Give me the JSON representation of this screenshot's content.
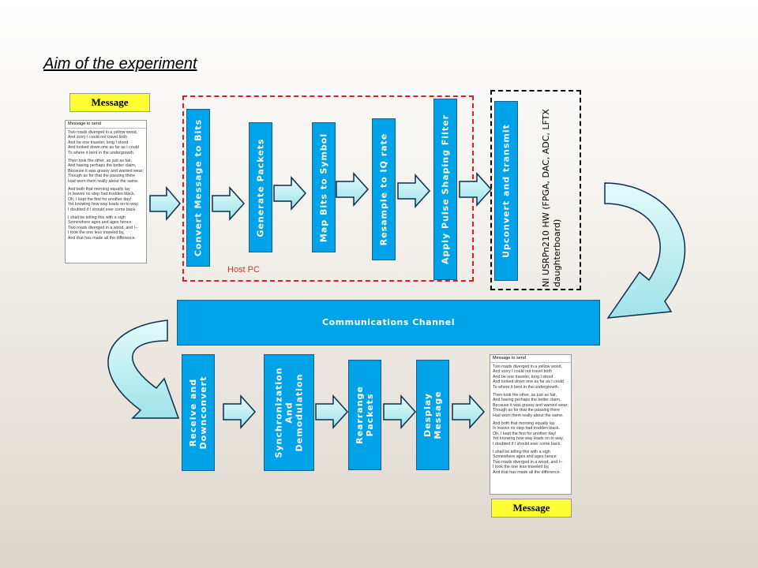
{
  "title": "Aim of the experiment",
  "message_label": "Message",
  "host_pc_label": "Host PC",
  "hardware_note": "NI USRPn210 HW (FPGA, DAC, ADC, LFTX daughterboard)",
  "transmit_blocks": [
    {
      "id": "convert",
      "label": "Convert Message to Bits"
    },
    {
      "id": "packets",
      "label": "Generate Packets"
    },
    {
      "id": "map",
      "label": "Map Bits to Symbol"
    },
    {
      "id": "resample",
      "label": "Resample to IQ rate"
    },
    {
      "id": "filter",
      "label": "Apply Pulse Shaping Filter"
    },
    {
      "id": "upconvert",
      "label": "Upconvert and transmit"
    }
  ],
  "channel_label": "Communications Channel",
  "receive_blocks": [
    {
      "id": "receive",
      "lines": [
        "Receive and",
        "Downconvert"
      ]
    },
    {
      "id": "sync",
      "lines": [
        "Synchronization",
        "And",
        "Demodulation"
      ]
    },
    {
      "id": "rearrange",
      "lines": [
        "Rearrange",
        "Packets"
      ]
    },
    {
      "id": "display",
      "lines": [
        "Desplay",
        "Message"
      ]
    }
  ],
  "document": {
    "header": "Message to send",
    "stanzas": [
      [
        "Two roads diverged in a yellow wood,",
        "And sorry I could not travel both",
        "And be one traveler, long I stood",
        "And looked down one as far as I could",
        "To where it bent in the undergrowth."
      ],
      [
        "Then took the other, as just as fair,",
        "And having perhaps the better claim,",
        "Because it was grassy and wanted wear;",
        "Though as for that the passing there",
        "Had worn them really about the same."
      ],
      [
        "And both that morning equally lay",
        "In leaves no step had trodden black.",
        "Oh, I kept the first for another day!",
        "Yet knowing how way leads on to way,",
        "I doubted if I should ever come back."
      ],
      [
        "I shall be telling this with a sigh",
        "Somewhere ages and ages hence:",
        "Two roads diverged in a wood, and I--",
        "I took the one less traveled by,",
        "And that has made all the difference."
      ]
    ]
  },
  "colors": {
    "block": "#00a2e8",
    "arrow_fill": "#c6f0f4",
    "arrow_stroke": "#0b2d4a",
    "label_bg": "#ffff33",
    "host_border": "#e01b24"
  }
}
